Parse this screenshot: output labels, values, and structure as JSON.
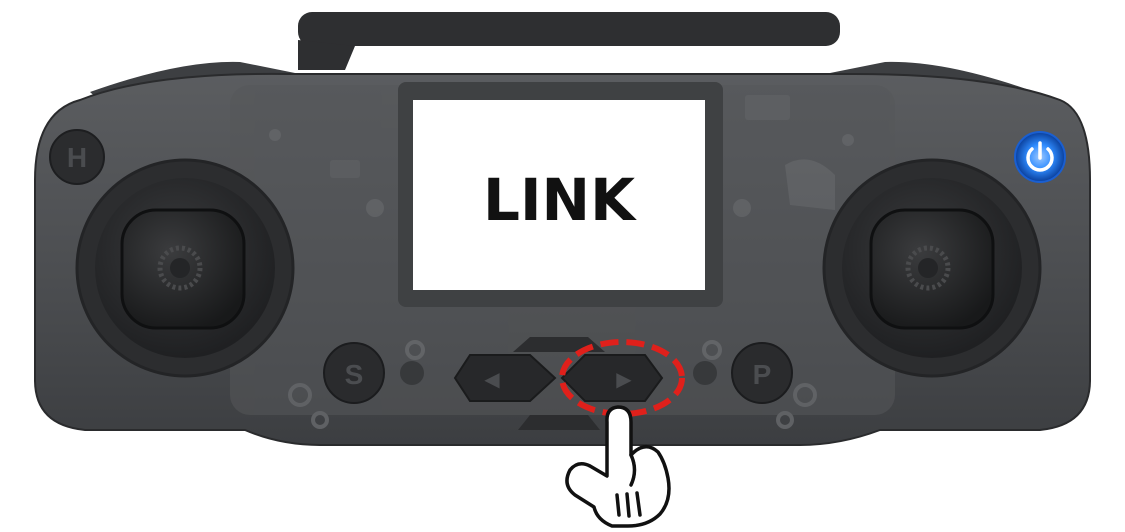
{
  "screen": {
    "text": "LINK"
  },
  "buttons": {
    "h_label": "H",
    "s_label": "S",
    "p_label": "P",
    "left_arrow": "◀",
    "right_arrow": "▶"
  },
  "colors": {
    "power_led": "#2f8cff",
    "highlight": "#e0201b"
  },
  "icons": {
    "power": "power-icon",
    "pointer": "pointing-hand-icon"
  }
}
